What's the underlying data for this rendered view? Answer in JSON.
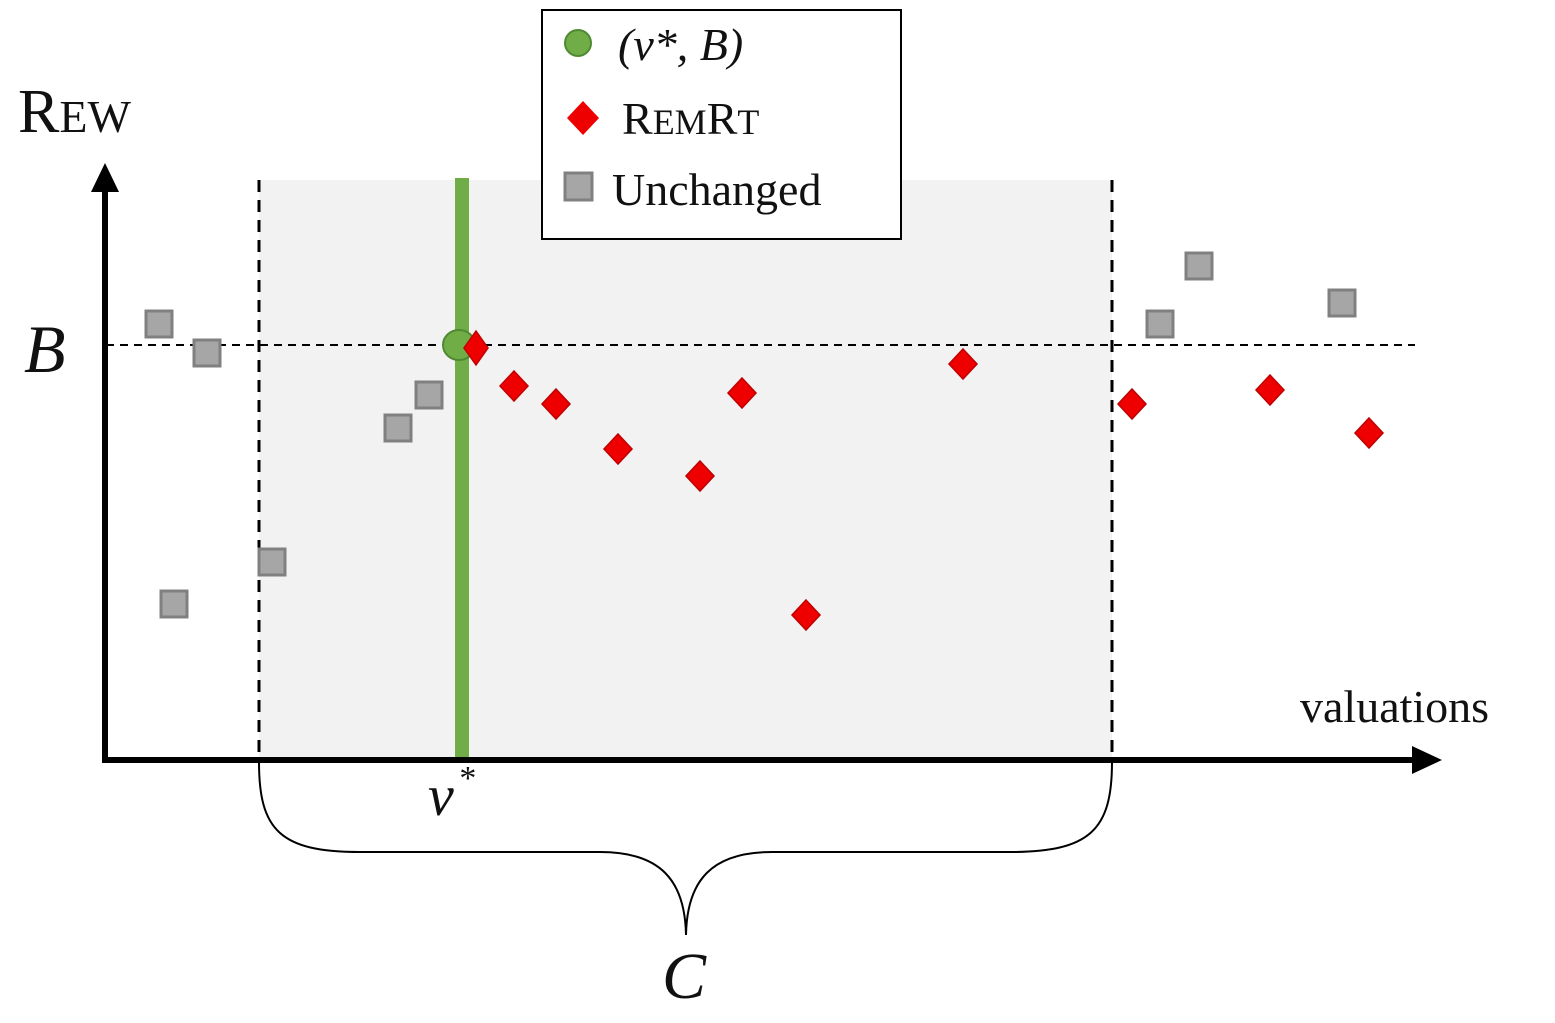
{
  "y_axis_label": {
    "first": "R",
    "rest": "EW"
  },
  "x_axis_label": "valuations",
  "b_label": "B",
  "vstar_label": {
    "base": "v",
    "sup": "*"
  },
  "c_label": "C",
  "legend": {
    "point_label": "(v*, B)",
    "remrt_label": {
      "first": "R",
      "rest1": "EM",
      "second": "R",
      "rest2": "T"
    },
    "unchanged_label": "Unchanged"
  },
  "colors": {
    "point": "#70ad47",
    "remrt": "#ee0000",
    "unchanged": "#a6a6a6",
    "region": "#f2f2f2"
  },
  "icons": {
    "point": "circle",
    "remrt": "diamond",
    "unchanged": "square"
  }
}
